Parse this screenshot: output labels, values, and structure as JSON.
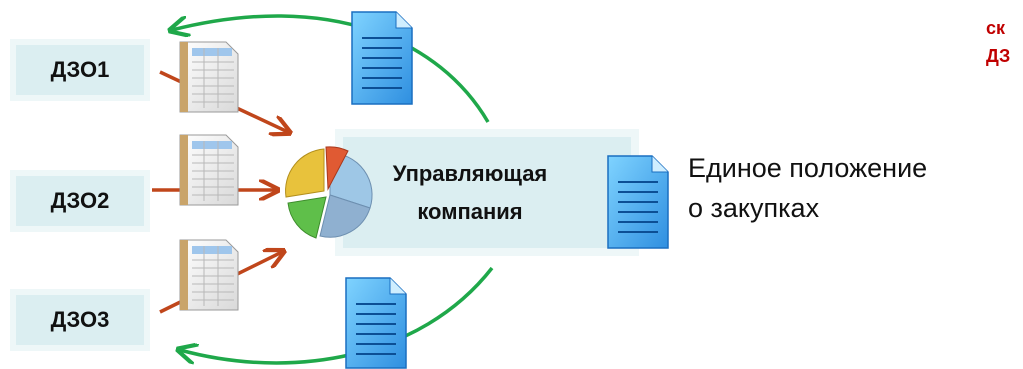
{
  "nodes": {
    "dzo1": "ДЗО1",
    "dzo2": "ДЗО2",
    "dzo3": "ДЗО3"
  },
  "center": {
    "line1": "Управляющая",
    "line2": "компания"
  },
  "policy": {
    "line1": "Единое положение",
    "line2": "о закупках"
  },
  "red_note": {
    "line1": "ск",
    "line2": "ДЗ"
  },
  "colors": {
    "box_fill": "#dbeef1",
    "red_arrow": "#c0461b",
    "green_arrow": "#1fa84a",
    "doc_blue": "#2f8fe0",
    "note_red": "#c00000"
  },
  "icons": [
    "spreadsheet-icon",
    "document-icon",
    "pie-chart-icon"
  ]
}
